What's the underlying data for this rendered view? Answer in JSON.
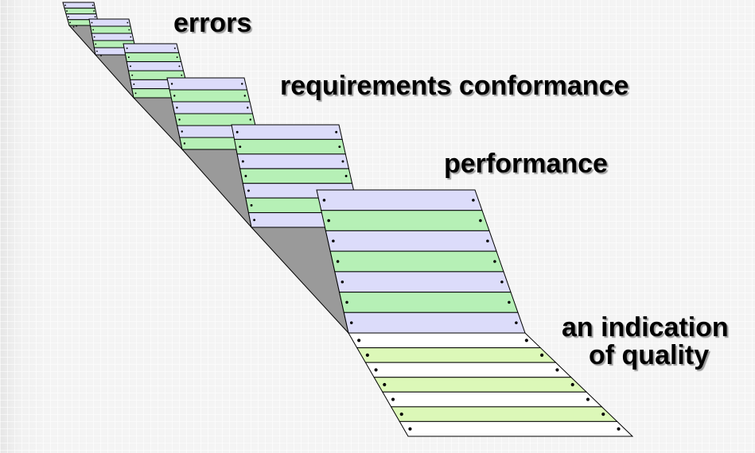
{
  "labels": {
    "errors": "errors",
    "requirements": "requirements conformance",
    "performance": "performance",
    "quality_line1": "an indication",
    "quality_line2": "of quality"
  },
  "colors": {
    "purple_band": "#dcdcfa",
    "green_band": "#b6f0b6",
    "pale_green_band": "#dcf8b8",
    "white_band": "#ffffff",
    "fold_gray": "#9a9a9a",
    "outline": "#000000"
  }
}
